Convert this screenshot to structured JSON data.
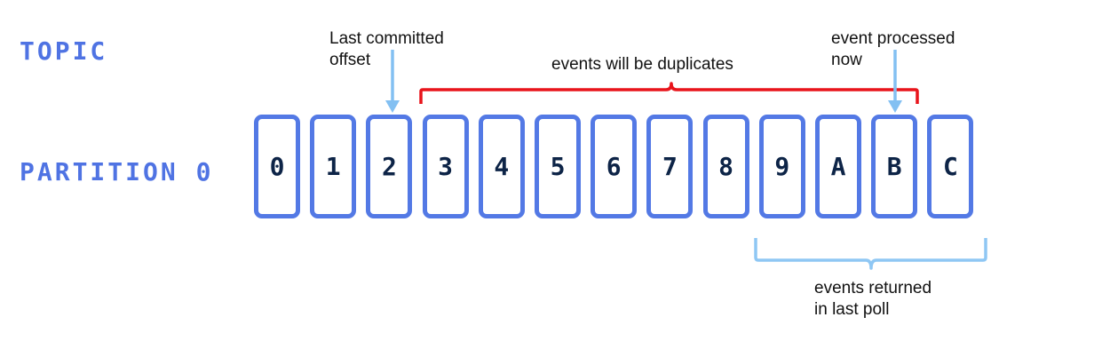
{
  "topic_label": "TOPIC",
  "partition_label": "PARTITION 0",
  "offsets": [
    "0",
    "1",
    "2",
    "3",
    "4",
    "5",
    "6",
    "7",
    "8",
    "9",
    "A",
    "B",
    "C"
  ],
  "annotations": {
    "last_committed": "Last committed\noffset",
    "duplicates": "events will be duplicates",
    "processed_now": "event processed\nnow",
    "returned_last_poll": "events returned\nin last poll"
  },
  "colors": {
    "heading": "#4f73e3",
    "cell_border": "#5379e5",
    "cell_text": "#0d2447",
    "arrow": "#83c0f2",
    "duplicates_bracket": "#e8141b",
    "poll_bracket": "#8fc7f4"
  }
}
